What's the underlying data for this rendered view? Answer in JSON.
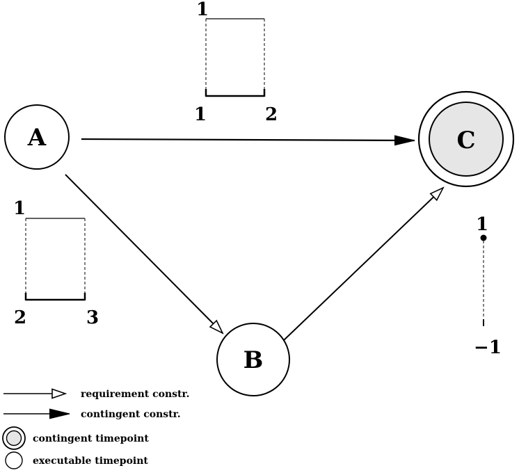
{
  "nodes": {
    "a": {
      "label": "A",
      "kind": "executable"
    },
    "b": {
      "label": "B",
      "kind": "executable"
    },
    "c": {
      "label": "C",
      "kind": "contingent"
    }
  },
  "edges": [
    {
      "from": "A",
      "to": "C",
      "kind": "contingent"
    },
    {
      "from": "A",
      "to": "B",
      "kind": "requirement"
    },
    {
      "from": "B",
      "to": "C",
      "kind": "requirement"
    }
  ],
  "intervals": {
    "ac": {
      "height": "1",
      "low": "1",
      "high": "2"
    },
    "ab": {
      "height": "1",
      "low": "2",
      "high": "3"
    },
    "bc": {
      "top": "1",
      "bottom": "−1"
    }
  },
  "legend": {
    "requirement": "requirement constr.",
    "contingent": "contingent constr.",
    "contingent_tp": "contingent timepoint",
    "executable_tp": "executable timepoint"
  },
  "colors": {
    "stroke": "#000000",
    "contingent_fill": "#e6e6e6"
  }
}
